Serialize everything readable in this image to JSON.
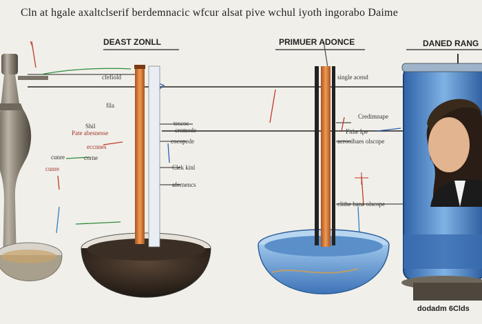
{
  "title": "Cln at hgale axaltclserif berdemnacic wfcur alsat pive wchul iyoth ingorabo Daime",
  "zones": {
    "left": "DEAST ZONLL",
    "middle": "PRIMUER ADONCE",
    "right": "DANED RANG"
  },
  "labels": {
    "clefiold": "cfefiold",
    "fila": "fila",
    "shil": "Shil",
    "pate": "Pate abesnesse",
    "econes": "eccnnes",
    "cunre": "cunre",
    "corne": "corne",
    "cunre_alt": "cunre",
    "tescoc": "tescoc",
    "crerode": "cremode",
    "cocopede": "cocopede",
    "clek_kinl": "Clek kinl",
    "aferencs": "afernencs",
    "single_acend": "single acend",
    "credimnape": "Credimnape",
    "fithe_pe": "Fithe Ipe",
    "acrooibaes": "acrooibaes olscope",
    "cithe_bane": "clithe bane olscope",
    "signature": "dodadm 6Clds"
  },
  "colors": {
    "background": "#f1efe9",
    "rod_copper": "#d9773a",
    "water_blue": "#5a8fc9",
    "soil_dark": "#2e2620",
    "metal": "#8a8376"
  },
  "icons": {
    "left_apparatus": "metal-retort-icon",
    "left_basin": "soil-basin-icon",
    "middle_basin": "water-basin-icon",
    "right_tank": "glass-tank-icon",
    "portrait": "portrait-icon"
  }
}
